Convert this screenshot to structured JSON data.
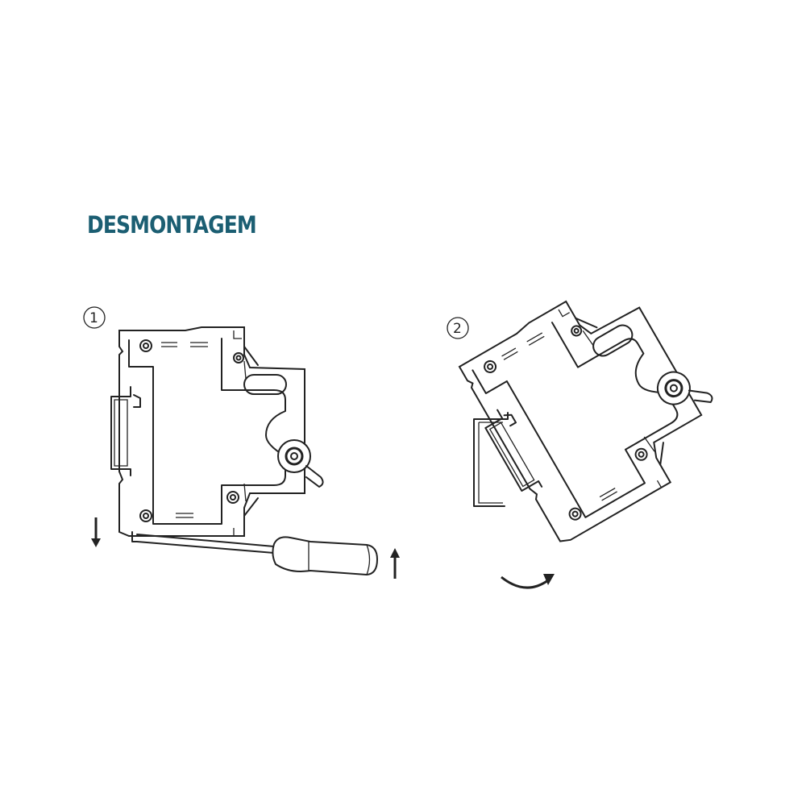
{
  "title": "DESMONTAGEM",
  "title_color": "#1b5e72",
  "steps": [
    {
      "label": "1"
    },
    {
      "label": "2"
    }
  ],
  "icons": [
    "arrow-down-icon",
    "arrow-up-icon",
    "curved-arrow-icon",
    "screwdriver-icon",
    "circuit-breaker-icon",
    "din-rail-icon"
  ]
}
